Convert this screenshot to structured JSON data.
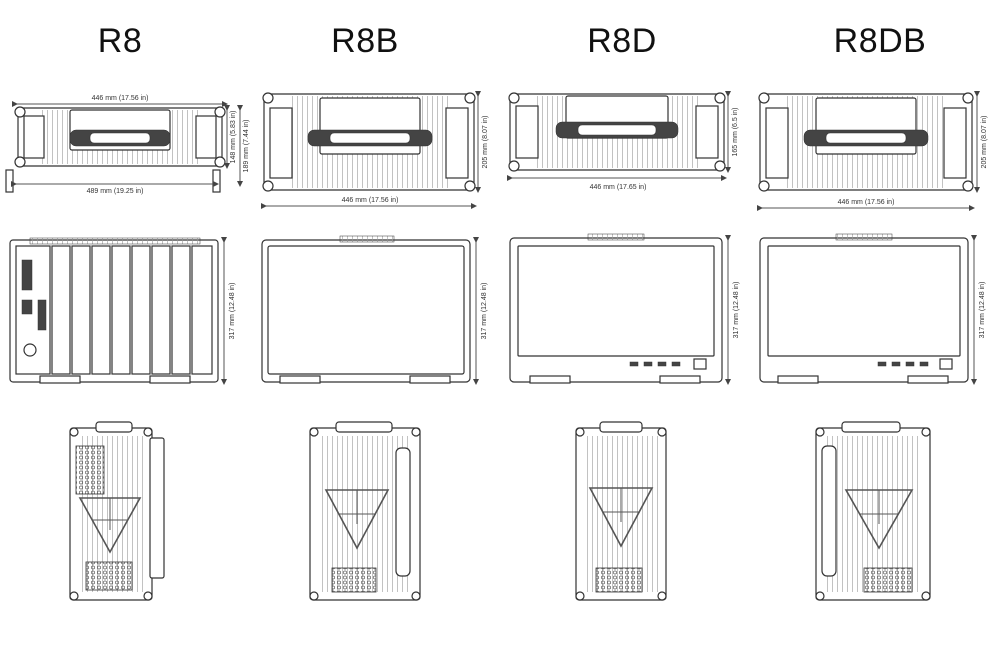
{
  "models": [
    {
      "name": "R8",
      "front": {
        "width": "446 mm (17.56 in)",
        "h1": "148 mm (5.83 in)",
        "h2": "189 mm (7.44 in)",
        "depth": "489 mm (19.25 in)"
      },
      "side": {
        "height": "317 mm (12.48 in)"
      }
    },
    {
      "name": "R8B",
      "front": {
        "width": "446 mm (17.56 in)",
        "h1": "205 mm (8.07 in)"
      },
      "side": {
        "height": "317 mm (12.48 in)"
      }
    },
    {
      "name": "R8D",
      "front": {
        "width": "446 mm (17.65 in)",
        "h1": "165 mm (6.5 in)"
      },
      "side": {
        "height": "317 mm (12.48 in)"
      }
    },
    {
      "name": "R8DB",
      "front": {
        "width": "446 mm (17.56 in)",
        "h1": "205 mm (8.07 in)"
      },
      "side": {
        "height": "317 mm (12.48 in)"
      }
    }
  ]
}
